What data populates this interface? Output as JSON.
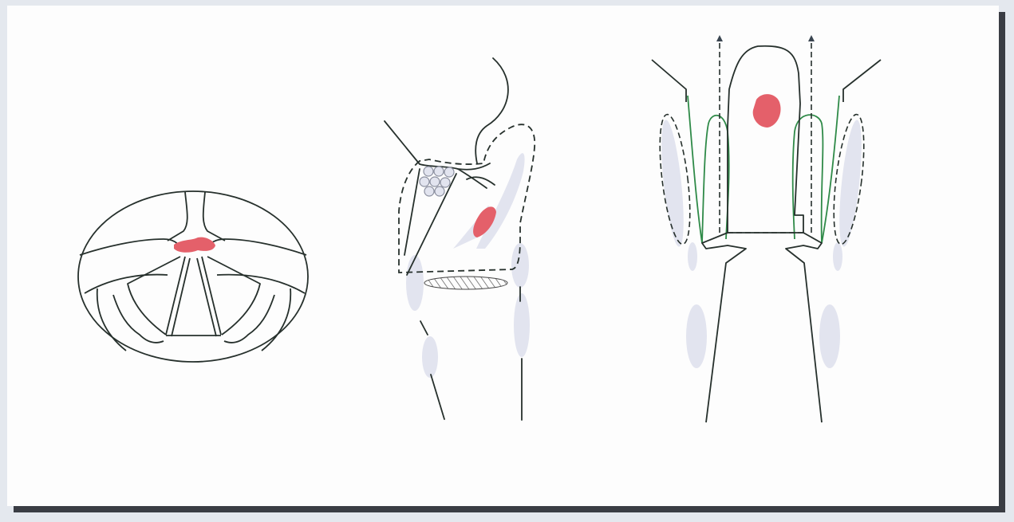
{
  "colors": {
    "outline": "#26302c",
    "lesion": "#e4606a",
    "node": "#e2e4ef",
    "node_edge": "#8c90a0",
    "green_line": "#2f8a48",
    "background": "#fdfdfd",
    "shadow": "#3a3d44"
  },
  "figures": [
    "endoscopic-view",
    "sagittal-view",
    "coronal-view"
  ]
}
